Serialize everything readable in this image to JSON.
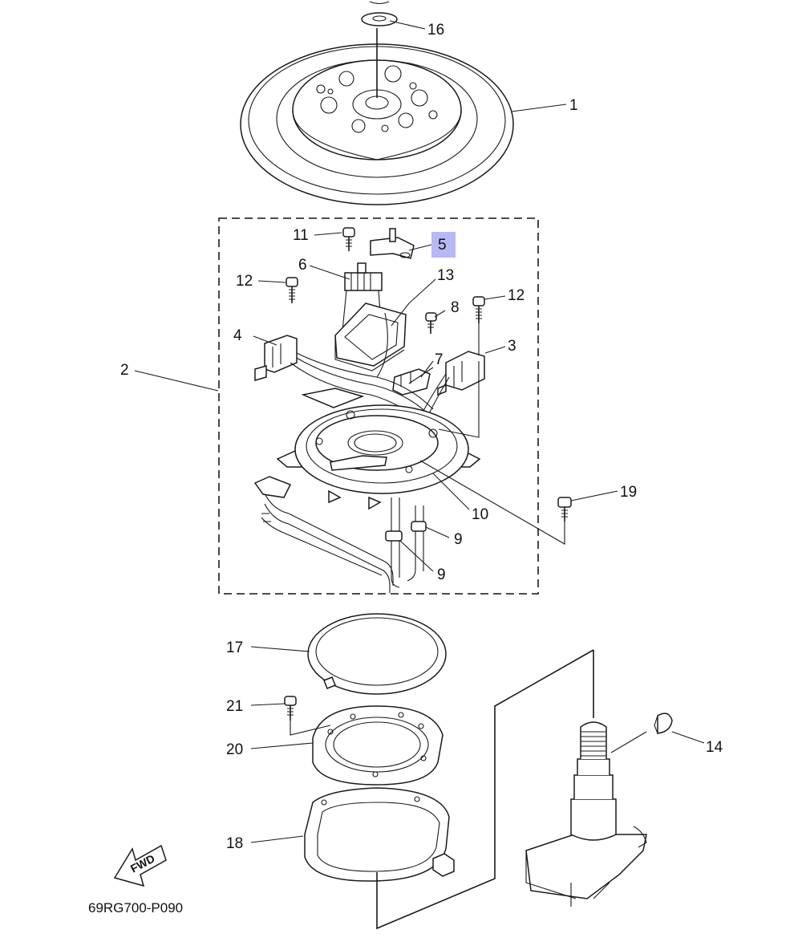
{
  "diagram_code": "69RG700-P090",
  "fwd_label": "FWD",
  "highlight_color": "#b8b8f4",
  "callouts": {
    "c1": "1",
    "c2": "2",
    "c3": "3",
    "c4": "4",
    "c5": "5",
    "c6": "6",
    "c7": "7",
    "c8": "8",
    "c9a": "9",
    "c9b": "9",
    "c10": "10",
    "c11": "11",
    "c12a": "12",
    "c12b": "12",
    "c13": "13",
    "c14": "14",
    "c16": "16",
    "c17": "17",
    "c18": "18",
    "c19": "19",
    "c20": "20",
    "c21": "21"
  },
  "highlighted_part": "5"
}
